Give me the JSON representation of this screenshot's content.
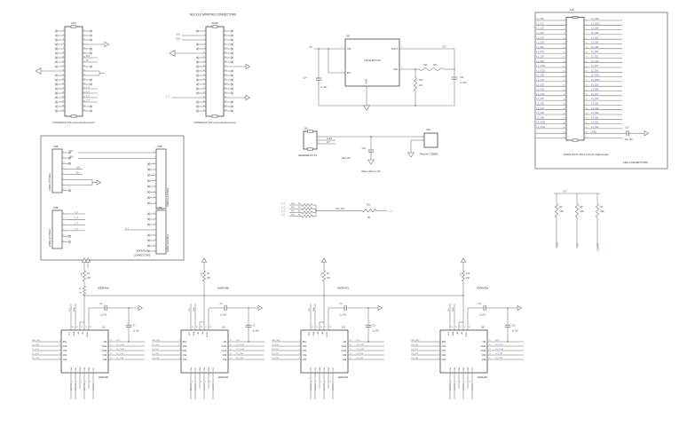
{
  "colors": {
    "wire": "#6f6f6f",
    "box": "#585858",
    "text": "#303030",
    "net": "#4a55a0",
    "pin": "#8a7744",
    "comp": "#5c4330"
  },
  "nucleo": {
    "heading": "NUCLEO MORPHO CONNECTORS",
    "cn7": {
      "ref": "CN7",
      "caption": "CONN19x2 2.54 Low Insertion Force",
      "right_nets": [
        {
          "row": 6,
          "net": "3V3"
        },
        {
          "row": 7,
          "net": "5V"
        },
        {
          "row": 13,
          "net": "L_2"
        },
        {
          "row": 14,
          "net": "L_3"
        },
        {
          "row": 15,
          "net": "L_4"
        },
        {
          "row": 16,
          "net": "L_5"
        }
      ]
    },
    "cn10": {
      "ref": "CN10",
      "caption": "CONN19x2 2.54 Low Insertion Force",
      "left_nets": [
        {
          "row": 1,
          "net": "SCL"
        },
        {
          "row": 2,
          "net": "SDA"
        },
        {
          "row": 15,
          "net": "L_1"
        }
      ]
    }
  },
  "regulator": {
    "ref": "U8",
    "part": "LDL112PT-TR",
    "pins": {
      "vin": {
        "num": "4",
        "name": "VIN"
      },
      "en": {
        "num": "5",
        "name": "EN"
      },
      "gnd": {
        "num": "3",
        "name": "GND"
      },
      "vout": {
        "num": "2",
        "name": "VOUT"
      },
      "adj": {
        "num": "1",
        "name": "ADJ"
      }
    },
    "input_net": "5V",
    "output_net": "2V7",
    "c14": {
      "ref": "C14",
      "value": "1u 16V"
    },
    "c15": {
      "ref": "C15",
      "value": "1u 16V"
    },
    "r13": {
      "ref": "R13",
      "value": "36K"
    },
    "r14": {
      "ref": "R14",
      "value": "10K"
    }
  },
  "led_connector": {
    "ref": "J18",
    "caption": "CONN PLUG 26x2 1.27mm Right Angle",
    "section_label": "LED CONNECTORS",
    "cap": {
      "ref": "C10",
      "value": "22u 16V"
    },
    "vled_net": "VLED",
    "left_labels": [
      "L1_CS0",
      "L1_CS1",
      "L1_CS2",
      "L1_CS3",
      "L1_CS4",
      "L1_CS5",
      "L1_CS6",
      "L1_CS7",
      "L1_CS8",
      "L1_CS9",
      "L1_CS10",
      "L1_CS11",
      "L3_CS0",
      "L3_CS1",
      "L3_CS2",
      "L3_CS3",
      "L3_CS4",
      "L3_CS5",
      "L3_CS6",
      "L3_CS7",
      "L3_CS8",
      "L3_CS9",
      "L3_CS10",
      "L3_CS11"
    ],
    "right_labels": [
      "L2_CS11",
      "L2_CS10",
      "L2_CS9",
      "L2_CS8",
      "L2_CS7",
      "L2_CS6",
      "L2_CS5",
      "L2_CS4",
      "L2_CS3",
      "L2_CS2",
      "L2_CS1",
      "L2_CS0",
      "L4_CS11",
      "L4_CS10",
      "L4_CS9",
      "L4_CS8",
      "L4_CS7",
      "L4_CS6",
      "L4_CS5",
      "L4_CS4",
      "L4_CS3",
      "L4_CS2",
      "L4_CS1",
      "L4_CS0"
    ]
  },
  "arduino": {
    "heading_line1": "ARDUINO",
    "heading_line2": "CONNECTORS",
    "cn6": {
      "ref": "CN6",
      "caption": "CONN 1x8 2.54mm",
      "nets": [
        {
          "row": 3,
          "net": "3V3"
        },
        {
          "row": 4,
          "net": "5V"
        }
      ]
    },
    "cn5": {
      "ref": "CN5",
      "caption": "CONN 1x10 2.54mm",
      "nets": [
        {
          "row": 0,
          "net": "SCL"
        },
        {
          "row": 1,
          "net": "SDA"
        }
      ]
    },
    "cn8": {
      "ref": "CN8",
      "caption": "CONN 1x6 2.54mm",
      "nets": [
        {
          "row": 0,
          "net": "L_2"
        },
        {
          "row": 1,
          "net": "L_3"
        },
        {
          "row": 2,
          "net": "L_4"
        },
        {
          "row": 3,
          "net": "L_5"
        }
      ]
    },
    "cn9": {
      "ref": "CN9",
      "caption": "CONN 1x8 2.54mm",
      "nets": [
        {
          "row": 3,
          "net": "L_1"
        }
      ]
    }
  },
  "vled_select": {
    "j16": {
      "ref": "J16",
      "caption": "HEADER2x3 2.54",
      "nets": [
        "VLED",
        "2V7"
      ],
      "pin_nums": [
        "1",
        "2",
        "3"
      ]
    },
    "j13": {
      "ref": "J13",
      "caption": "Phoenix 1729686",
      "pin_nums": [
        "1",
        "2"
      ]
    },
    "c21": {
      "ref": "C21",
      "value": "100u 16V",
      "note": "Place close to J13"
    }
  },
  "irq_network": {
    "rows": [
      {
        "net": "L_2",
        "ref": "R15",
        "value": "0R"
      },
      {
        "net": "L_3",
        "ref": "R16",
        "value": "0R"
      },
      {
        "net": "L_4",
        "ref": "R17",
        "value": "0R"
      },
      {
        "net": "L_5",
        "ref": "R18",
        "value": "0R"
      }
    ],
    "mid_net": "LED_IRQ",
    "series": {
      "ref": "R11",
      "value": "0R"
    },
    "out_net": "L_1"
  },
  "pullups": {
    "rail": "3V3",
    "items": [
      {
        "ref": "R6",
        "value": "10K",
        "net": "SDA"
      },
      {
        "ref": "R8",
        "value": "10K",
        "net": "SCL"
      },
      {
        "ref": "R7",
        "value": "10K",
        "net": "LED_IRQ"
      }
    ]
  },
  "drivers": {
    "part": "LED1202",
    "rail_net": "3V3",
    "irq_net": "LED_IRQ",
    "left_pin_names": [
      "IRQ",
      "CS0",
      "CS1",
      "CS2",
      "CS3"
    ],
    "left_pin_nums": [
      "1",
      "2",
      "3",
      "4",
      "5"
    ],
    "right_pin_names": [
      "VIN",
      "CS11",
      "CS10",
      "CS9",
      "CS8"
    ],
    "right_pin_nums": [
      "15",
      "14",
      "13",
      "12",
      "11"
    ],
    "top_pin_names": [
      "SCL",
      "SDA",
      "A1",
      "A0",
      "VLDO"
    ],
    "top_pin_nums": [
      "20",
      "19",
      "18",
      "17",
      "16"
    ],
    "bottom_pin_names": [
      "CS4",
      "CS5",
      "GND",
      "CS6",
      "GND",
      "CS7"
    ],
    "bottom_pin_nums": [
      "6",
      "7",
      "8",
      "9",
      "10",
      ""
    ],
    "blocks": [
      {
        "ref": "U1",
        "prefix": "L1",
        "addr": "ADDR=0Ah",
        "pullup": {
          "ref": "R2",
          "value": "10K"
        },
        "strap": {
          "ref": "R1",
          "value": "0R"
        },
        "cap_a": {
          "ref": "C1",
          "value": "1u 16V"
        },
        "cap_b": {
          "ref": "C4",
          "value": "1u 16V"
        }
      },
      {
        "ref": "U2",
        "prefix": "L2",
        "addr": "ADDR=0Bh",
        "pullup": {
          "ref": "R3",
          "value": "10K"
        },
        "cap_a": {
          "ref": "C2",
          "value": "1u 16V"
        },
        "cap_b": {
          "ref": "C5",
          "value": "1u 16V"
        }
      },
      {
        "ref": "U3",
        "prefix": "L3",
        "addr": "ADDR=0Ch",
        "pullup": {
          "ref": "R4",
          "value": "10K"
        },
        "cap_a": {
          "ref": "C3",
          "value": "1u 16V"
        },
        "cap_b": {
          "ref": "C6",
          "value": "1u 16V"
        }
      },
      {
        "ref": "U6",
        "prefix": "L4",
        "addr": "ADDR=0Dh",
        "pullup": {
          "ref": "R12",
          "value": "10K"
        },
        "cap_a": {
          "ref": "C12",
          "value": "1u 16V"
        },
        "cap_b": {
          "ref": "C13",
          "value": "1u 16V"
        }
      }
    ]
  }
}
